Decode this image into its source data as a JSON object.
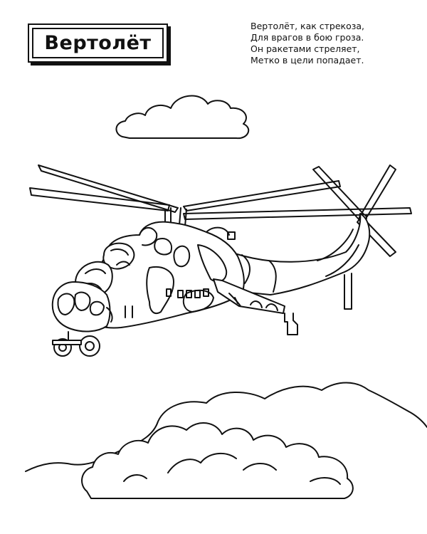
{
  "page": {
    "title": "Вертолёт",
    "poem": [
      "Вертолёт, как стрекоза,",
      "Для врагов в бою гроза.",
      "Он ракетами стреляет,",
      "Метко в цели попадает."
    ]
  },
  "colors": {
    "ink": "#111111",
    "paper": "#ffffff"
  },
  "illustration": {
    "subject": "attack helicopter coloring outline",
    "elements": [
      "cloud",
      "helicopter",
      "hills",
      "bushes"
    ]
  }
}
